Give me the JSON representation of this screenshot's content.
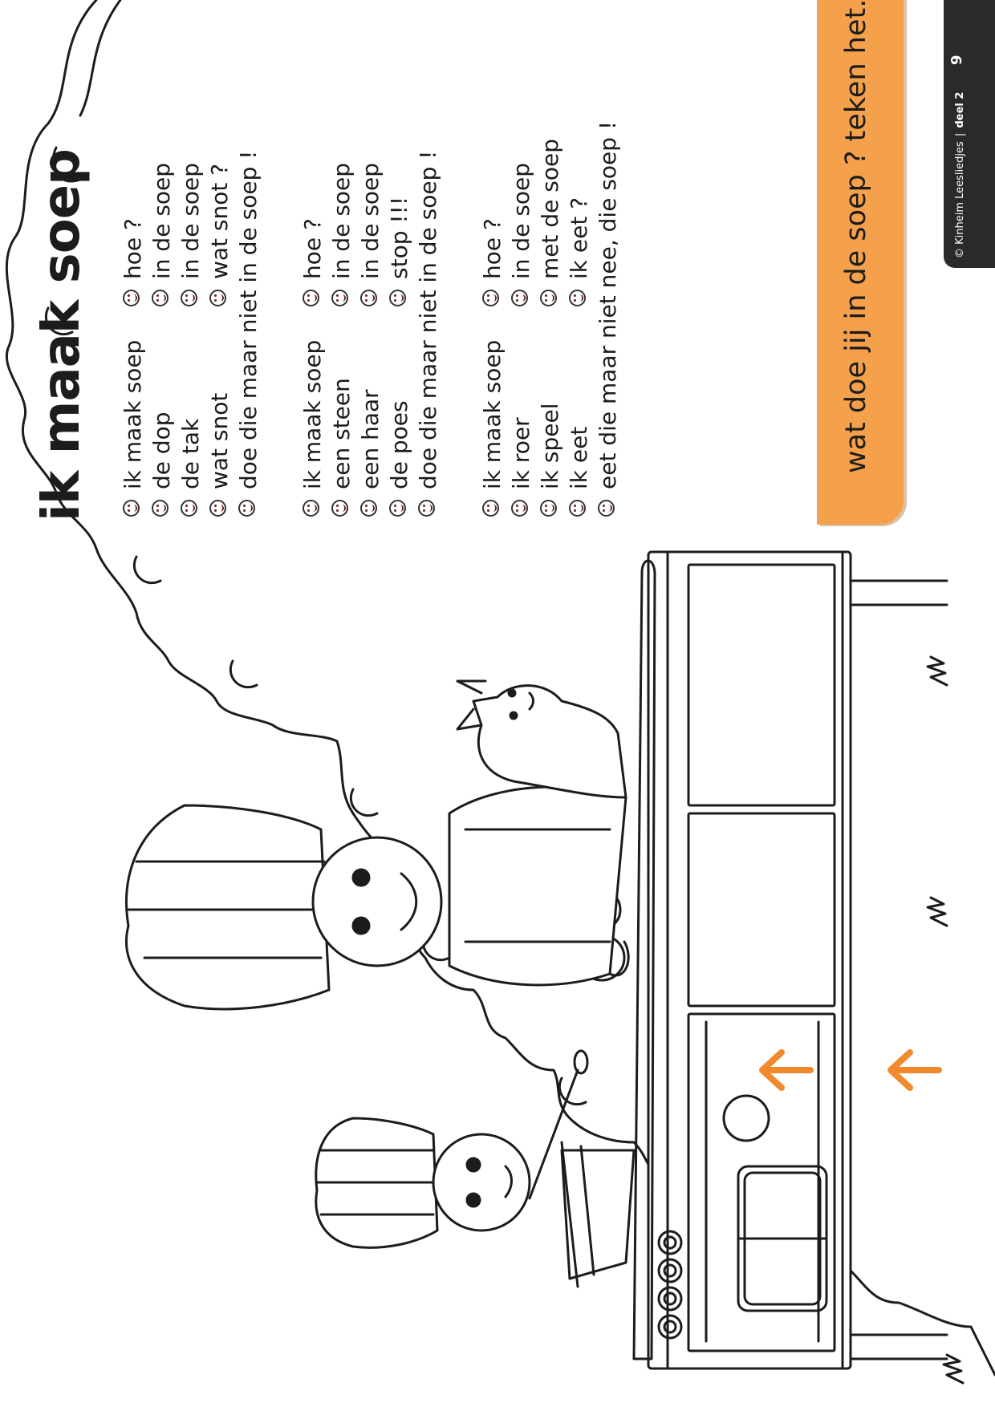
{
  "title": "ik maak soep",
  "verses": [
    {
      "lines": [
        {
          "left": "ik maak soep",
          "right": "hoe ?"
        },
        {
          "left": "de dop",
          "right": "in de soep"
        },
        {
          "left": "de tak",
          "right": "in de soep"
        },
        {
          "left": "wat snot",
          "right": "wat snot ?"
        },
        {
          "left": "doe die maar niet in de soep !",
          "right": ""
        }
      ]
    },
    {
      "lines": [
        {
          "left": "ik maak soep",
          "right": "hoe ?"
        },
        {
          "left": "een steen",
          "right": "in de soep"
        },
        {
          "left": "een haar",
          "right": "in de soep"
        },
        {
          "left": "de poes",
          "right": "stop !!!"
        },
        {
          "left": "doe die maar niet in de soep !",
          "right": ""
        }
      ]
    },
    {
      "lines": [
        {
          "left": "ik maak soep",
          "right": "hoe ?"
        },
        {
          "left": "ik roer",
          "right": "in de soep"
        },
        {
          "left": "ik speel",
          "right": "met de soep"
        },
        {
          "left": "ik eet",
          "right": "ik eet ?"
        },
        {
          "left": "eet die maar niet nee, die soep !",
          "right": ""
        }
      ]
    }
  ],
  "prompt": "wat doe jij in de soep ? teken het.",
  "footer": {
    "copyright": "© Kinheim Leesliedjes",
    "separator": "|",
    "part": "deel 2",
    "page_number": "9"
  },
  "colors": {
    "banner": "#f5a04a",
    "arrow": "#f08a2c",
    "tab": "#2a2a2a",
    "ink": "#1c1c1c"
  },
  "icons": [
    "smiley-icon",
    "up-arrow-icon"
  ]
}
